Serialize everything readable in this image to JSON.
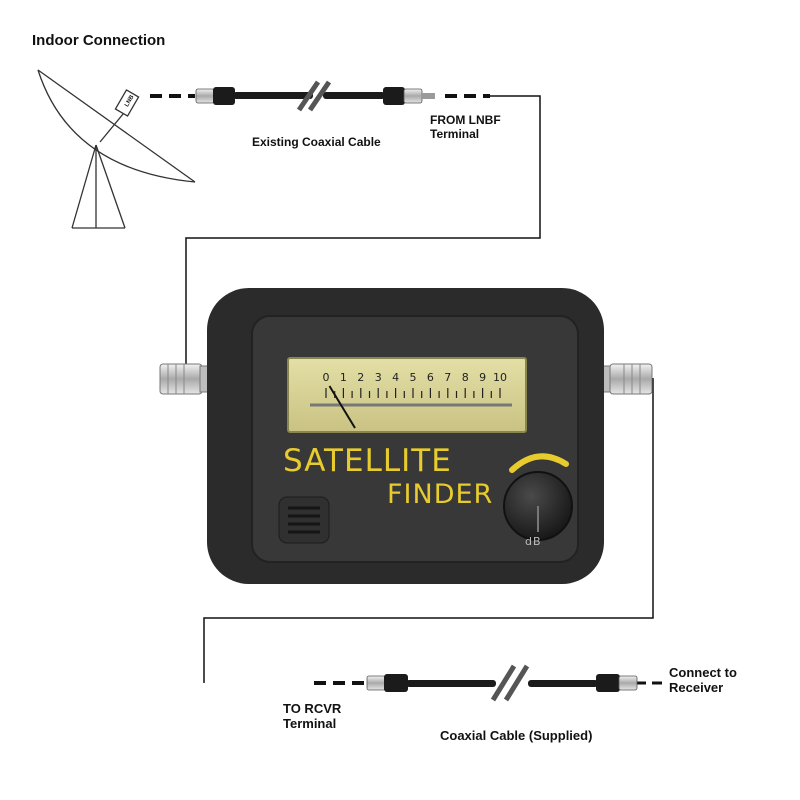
{
  "title": "Indoor Connection",
  "labels": {
    "existing_cable": "Existing Coaxial Cable",
    "from_lnbf": "FROM LNBF\nTerminal",
    "to_rcvr": "TO RCVR\nTerminal",
    "supplied_cable": "Coaxial Cable (Supplied)",
    "connect_to_receiver": "Connect to\nReceiver",
    "lnb_tag": "LNB"
  },
  "device": {
    "line1": "SATELLITE",
    "line2": "FINDER",
    "knob_unit": "dB",
    "meter_scale": [
      "0",
      "1",
      "2",
      "3",
      "4",
      "5",
      "6",
      "7",
      "8",
      "9",
      "10"
    ],
    "needle_reading": 0.2
  },
  "colors": {
    "device_body": "#2b2b2b",
    "device_face": "#3a3a3a",
    "meter_window": "#d8d49a",
    "brand_text": "#e8cc2e",
    "line": "#111111"
  }
}
